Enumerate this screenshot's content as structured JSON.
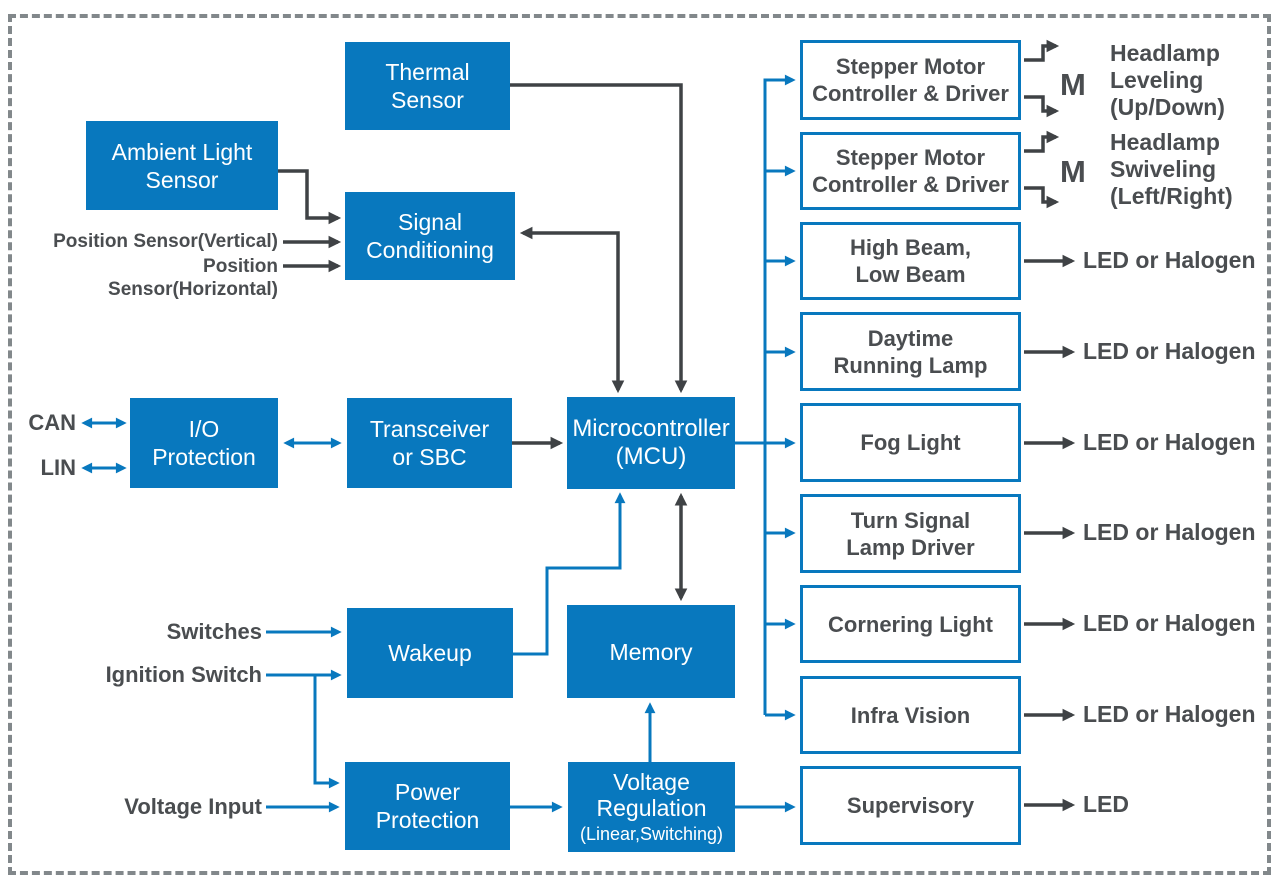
{
  "colors": {
    "box_fill_blue": "#0878BE",
    "box_outline_blue": "#0878BE",
    "wire_blue": "#0878BE",
    "wire_dark": "#3F4245",
    "text_white": "#FFFFFF",
    "text_dark": "#4A4D50",
    "border_dash_gray": "#82888B",
    "background": "#FFFFFF"
  },
  "blocks": {
    "thermal_sensor": "Thermal\nSensor",
    "ambient_light_sensor": "Ambient Light\nSensor",
    "signal_conditioning": "Signal\nConditioning",
    "io_protection": "I/O\nProtection",
    "transceiver_or_sbc": "Transceiver\nor SBC",
    "microcontroller": "Microcontroller\n(MCU)",
    "wakeup": "Wakeup",
    "memory": "Memory",
    "power_protection": "Power\nProtection",
    "voltage_regulation": "Voltage\nRegulation",
    "voltage_regulation_sub": "(Linear,Switching)"
  },
  "inputs": {
    "can": "CAN",
    "lin": "LIN",
    "position_sensor_vertical": "Position Sensor(Vertical)",
    "position_sensor_horizontal": "Position Sensor(Horizontal)",
    "switches": "Switches",
    "ignition_switch": "Ignition Switch",
    "voltage_input": "Voltage Input"
  },
  "right_column": {
    "boxes": [
      {
        "label": "Stepper Motor\nController & Driver"
      },
      {
        "label": "Stepper Motor\nController & Driver"
      },
      {
        "label": "High Beam,\nLow Beam"
      },
      {
        "label": "Daytime\nRunning Lamp"
      },
      {
        "label": "Fog Light"
      },
      {
        "label": "Turn Signal\nLamp Driver"
      },
      {
        "label": "Cornering Light"
      },
      {
        "label": "Infra Vision"
      },
      {
        "label": "Supervisory"
      }
    ]
  },
  "outputs": {
    "motor_symbol": "M",
    "headlamp_leveling": "Headlamp\nLeveling\n(Up/Down)",
    "headlamp_swiveling": "Headlamp\nSwiveling\n(Left/Right)",
    "led_or_halogen": "LED or Halogen",
    "led": "LED"
  }
}
